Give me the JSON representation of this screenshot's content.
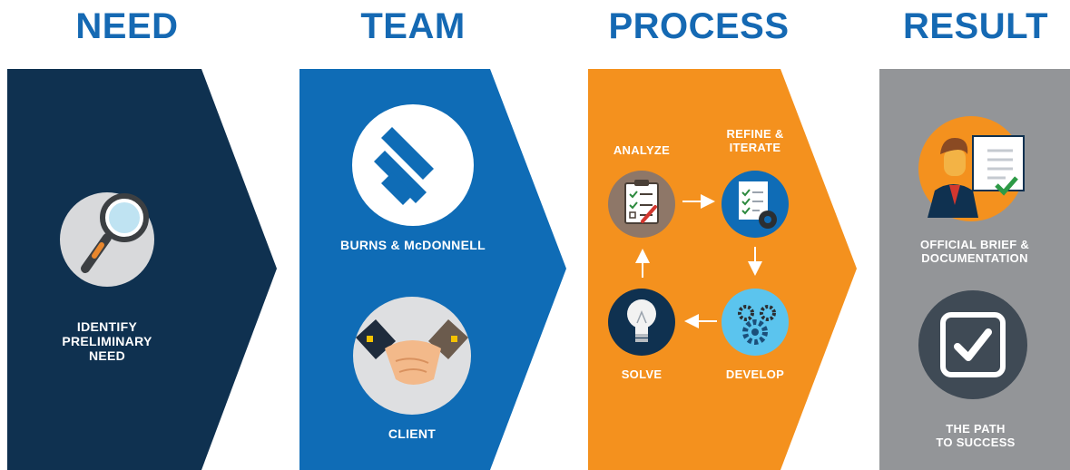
{
  "headings": {
    "need": "NEED",
    "team": "TEAM",
    "process": "PROCESS",
    "result": "RESULT"
  },
  "need": {
    "label": "IDENTIFY\nPRELIMINARY\nNEED",
    "icon": "magnifying-glass-icon"
  },
  "team": {
    "company_label": "BURNS & McDONNELL",
    "company_icon": "burns-mcdonnell-logo-icon",
    "client_label": "CLIENT",
    "client_icon": "handshake-icon"
  },
  "process": {
    "analyze": "ANALYZE",
    "refine": "REFINE &\nITERATE",
    "develop": "DEVELOP",
    "solve": "SOLVE",
    "analyze_icon": "clipboard-checklist-icon",
    "refine_icon": "document-gear-icon",
    "develop_icon": "gears-icon",
    "solve_icon": "lightbulb-icon"
  },
  "result": {
    "brief_label": "OFFICIAL BRIEF &\nDOCUMENTATION",
    "brief_icon": "presenter-icon",
    "path_label": "THE PATH\nTO SUCCESS",
    "path_icon": "checkbox-icon"
  },
  "colors": {
    "heading": "#1569b3",
    "need_panel": "#0f3150",
    "team_panel": "#0f6cb6",
    "process_panel": "#f4911e",
    "result_panel": "#939598"
  }
}
